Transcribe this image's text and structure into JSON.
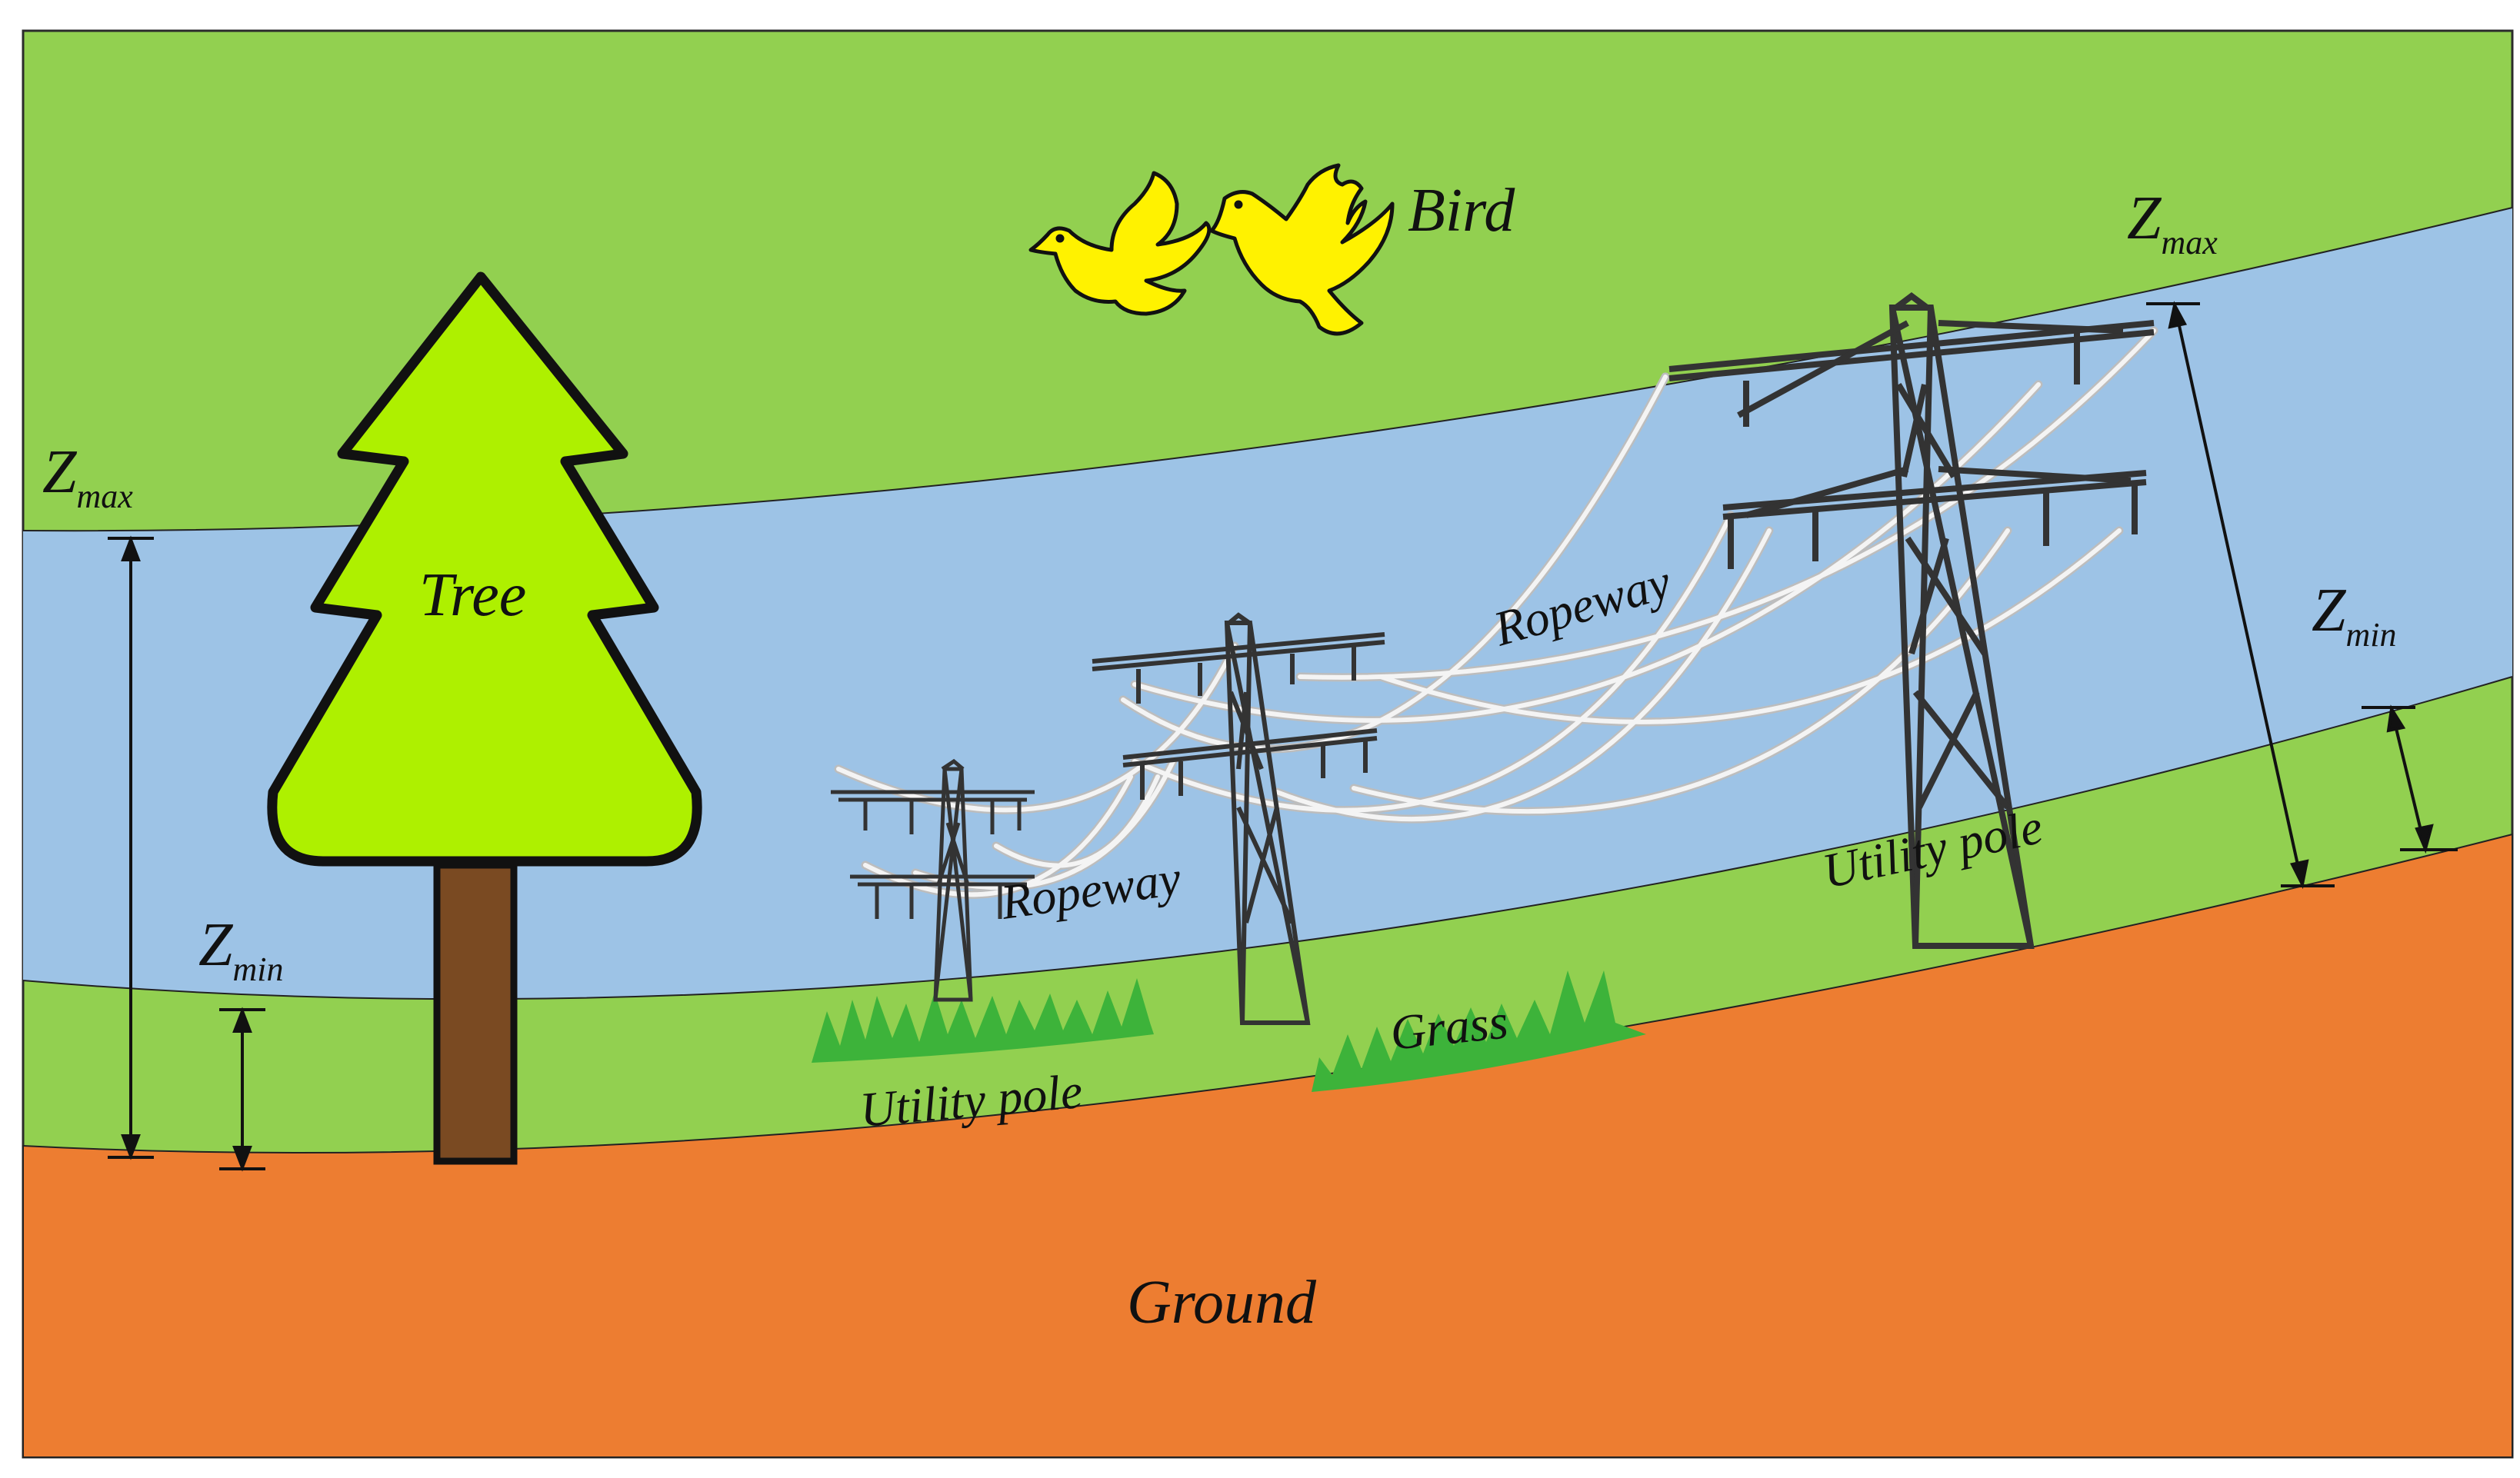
{
  "labels": {
    "bird": "Bird",
    "tree": "Tree",
    "ground": "Ground",
    "grass": "Grass",
    "ropeway": "Ropeway",
    "utility_pole": "Utility pole",
    "z": "Z",
    "max": "max",
    "min": "min"
  },
  "colors": {
    "sky_green": "#92D050",
    "band_blue": "#9DC3E6",
    "ground_orange": "#ED7D31",
    "tree_green": "#AEF000",
    "trunk_brown": "#7A4A22",
    "bird_yellow": "#FFF200",
    "grass_green": "#3DB33A",
    "tower_dark": "#333333",
    "wire_white": "#F4F4F4"
  }
}
